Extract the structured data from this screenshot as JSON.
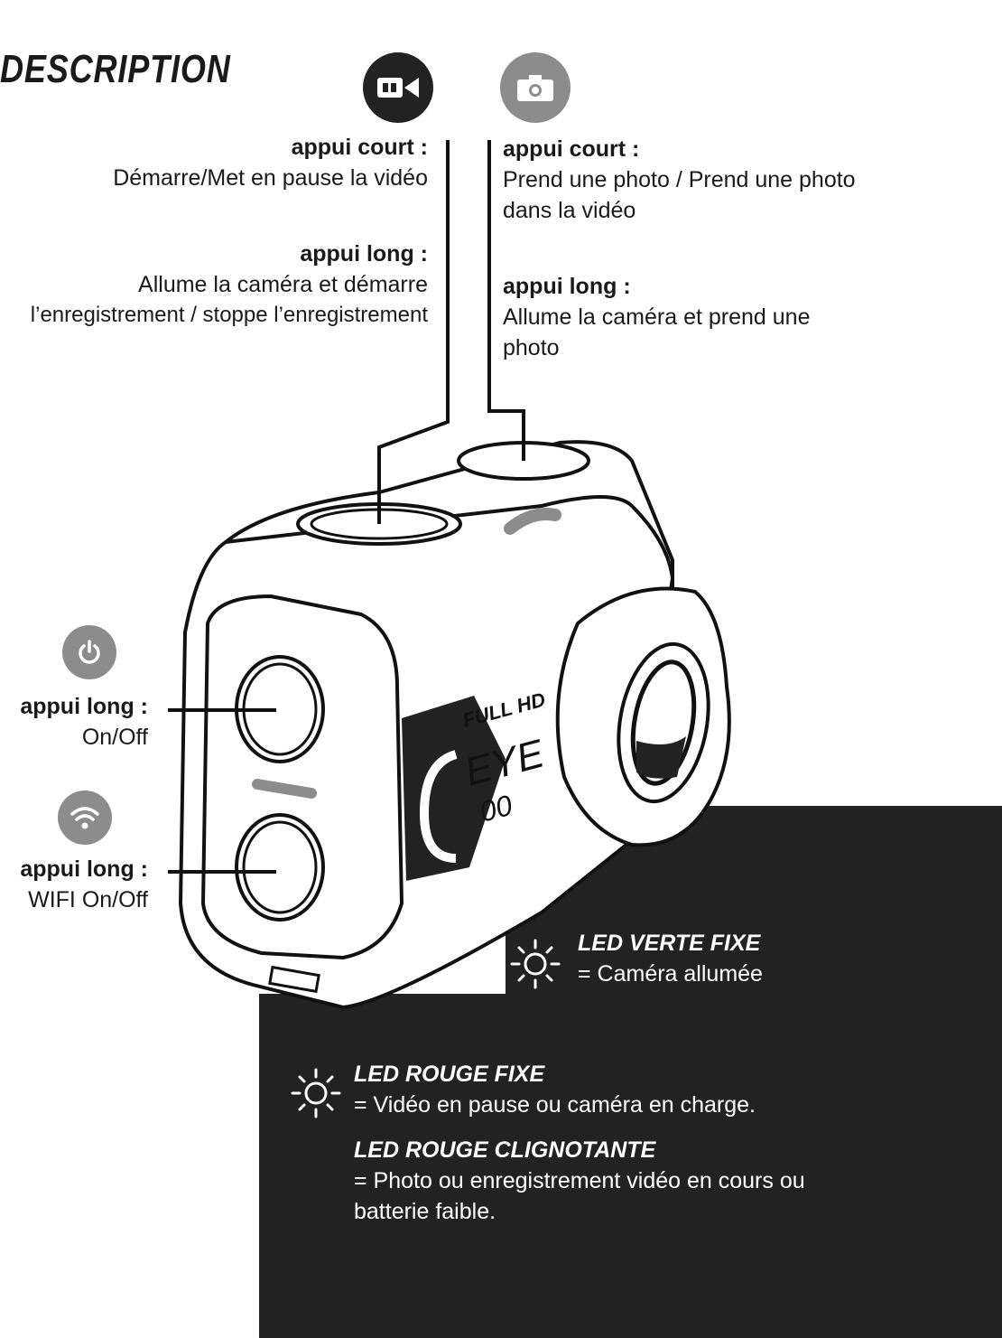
{
  "page": {
    "title": "DESCRIPTION"
  },
  "video_button": {
    "icon": "video-camera-icon",
    "color": "#222222",
    "short_press_title": "appui court :",
    "short_press_text": "Démarre/Met en pause la vidéo",
    "long_press_title": "appui long :",
    "long_press_text_1": "Allume la caméra et démarre",
    "long_press_text_2": "l’enregistrement / stoppe l’enregistrement"
  },
  "photo_button": {
    "icon": "photo-camera-icon",
    "color": "#8c8c8c",
    "short_press_title": "appui court :",
    "short_press_text_1": "Prend une photo / Prend une photo",
    "short_press_text_2": "dans la vidéo",
    "long_press_title": "appui long :",
    "long_press_text_1": "Allume la caméra et prend une",
    "long_press_text_2": "photo"
  },
  "power_button": {
    "icon": "power-icon",
    "color": "#8c8c8c",
    "title": "appui long :",
    "text": "On/Off"
  },
  "wifi_button": {
    "icon": "wifi-icon",
    "color": "#8c8c8c",
    "title": "appui long :",
    "text": "WIFI On/Off"
  },
  "camera_label": {
    "line1": "FULL HD",
    "line2": "EYE",
    "line3": "00"
  },
  "leds": {
    "green": {
      "icon": "sun-icon",
      "title": "LED VERTE FIXE",
      "text": "= Caméra allumée"
    },
    "red_fixed": {
      "icon": "sun-icon",
      "title": "LED ROUGE FIXE",
      "text": "= Vidéo en pause ou caméra en charge."
    },
    "red_blink": {
      "title": "LED ROUGE CLIGNOTANTE",
      "text_1": "= Photo ou enregistrement vidéo en cours ou",
      "text_2": "batterie faible."
    }
  },
  "colors": {
    "panel": "#222222",
    "icon_grey": "#8c8c8c",
    "ink": "#1a1a1a"
  }
}
